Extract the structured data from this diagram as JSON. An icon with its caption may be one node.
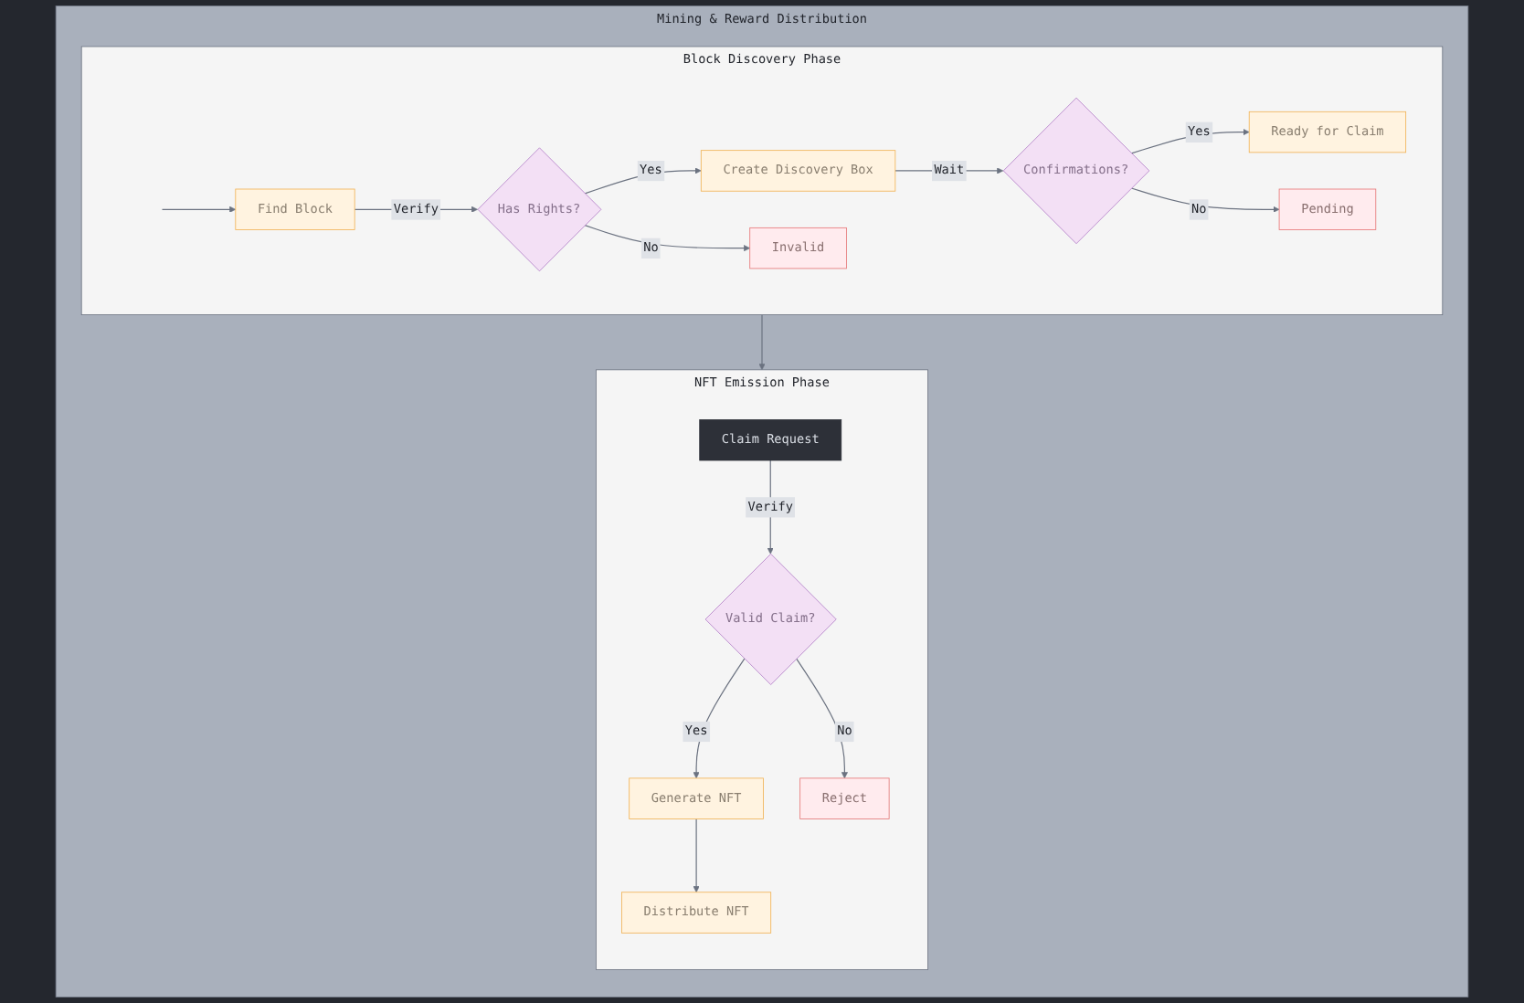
{
  "diagram": {
    "nodes": [
      {
        "text": [
          "Mining & Reward Distribution"
        ]
      },
      {
        "text": [
          "Block Discovery Phase"
        ],
        "in": 0
      },
      {
        "text": [
          "Find Block"
        ],
        "in": 1
      },
      {
        "text": [
          "Has Rights?"
        ],
        "in": 1
      },
      {
        "text": [
          "Create Discovery Box"
        ],
        "in": 1
      },
      {
        "text": [
          "Invalid"
        ],
        "in": 1
      },
      {
        "text": [
          "Confirmations?"
        ],
        "in": 1
      },
      {
        "text": [
          "Ready for Claim"
        ],
        "in": 1
      },
      {
        "text": [
          "Pending"
        ],
        "in": 1
      },
      {
        "text": [
          "NFT Emission Phase"
        ],
        "in": 0
      },
      {
        "text": [
          "Claim Request"
        ],
        "in": 9
      },
      {
        "text": [
          "Valid Claim?"
        ],
        "in": 9
      },
      {
        "text": [
          "Generate NFT"
        ],
        "in": 9
      },
      {
        "text": [
          "Reject"
        ],
        "in": 9
      },
      {
        "text": [
          "Distribute NFT"
        ],
        "in": 9
      }
    ],
    "edges": [
      {
        "from": null,
        "to": 2,
        "arrow": "to"
      },
      {
        "from": 2,
        "to": 3,
        "arrow": "to",
        "label": "Verify"
      },
      {
        "from": 3,
        "to": 4,
        "arrow": "to",
        "label": "Yes"
      },
      {
        "from": 3,
        "to": 5,
        "arrow": "to",
        "label": "No"
      },
      {
        "from": 4,
        "to": 6,
        "arrow": "to",
        "label": "Wait"
      },
      {
        "from": 6,
        "to": 7,
        "arrow": "to",
        "label": "Yes"
      },
      {
        "from": 6,
        "to": 8,
        "arrow": "to",
        "label": "No"
      },
      {
        "from": 1,
        "to": 9,
        "arrow": "to"
      },
      {
        "from": 10,
        "to": 11,
        "arrow": "to",
        "label": "Verify"
      },
      {
        "from": 11,
        "to": 12,
        "arrow": "to",
        "label": "Yes"
      },
      {
        "from": 11,
        "to": 13,
        "arrow": "to",
        "label": "No"
      },
      {
        "from": 12,
        "to": 14,
        "arrow": "to"
      }
    ]
  }
}
